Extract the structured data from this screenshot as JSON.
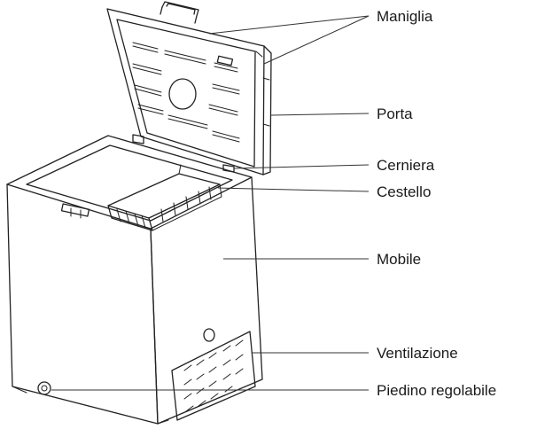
{
  "labels": {
    "handle": "Maniglia",
    "door": "Porta",
    "hinge": "Cerniera",
    "basket": "Cestello",
    "cabinet": "Mobile",
    "ventilation": "Ventilazione",
    "adjustable_foot": "Piedino regolabile"
  }
}
